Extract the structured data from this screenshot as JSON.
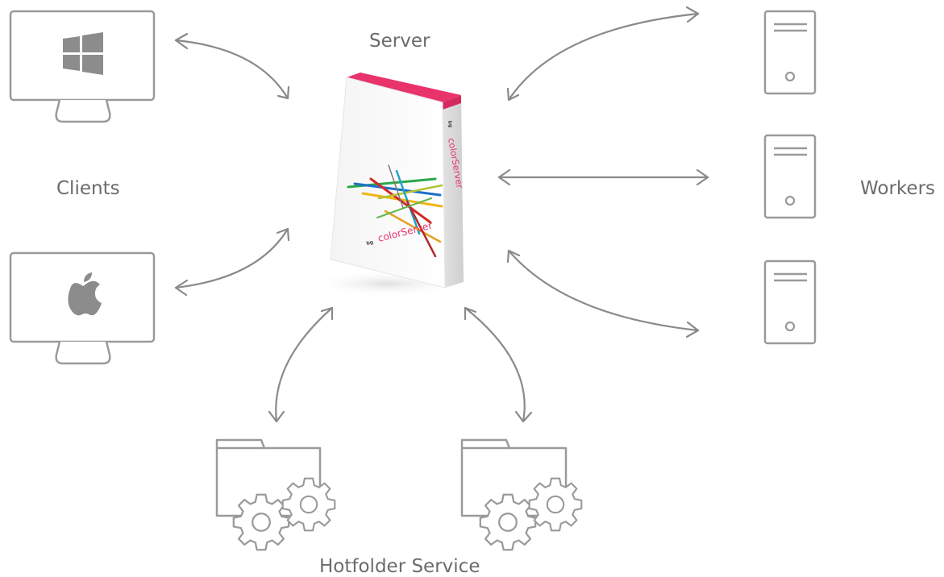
{
  "labels": {
    "server": "Server",
    "clients": "Clients",
    "workers": "Workers",
    "hotfolder": "Hotfolder Service"
  },
  "product": {
    "brand_small": "bg",
    "name": "colorServer",
    "accent_color": "#e8336b"
  },
  "icons": {
    "client_windows": "windows-logo-icon",
    "client_mac": "apple-logo-icon",
    "worker": "server-tower-icon",
    "hotfolder": "folder-gears-icon"
  },
  "colors": {
    "line": "#8a8a8a",
    "icon_stroke": "#9a9a9a",
    "icon_fill": "#8c8c8c",
    "text": "#6b6b6b"
  }
}
